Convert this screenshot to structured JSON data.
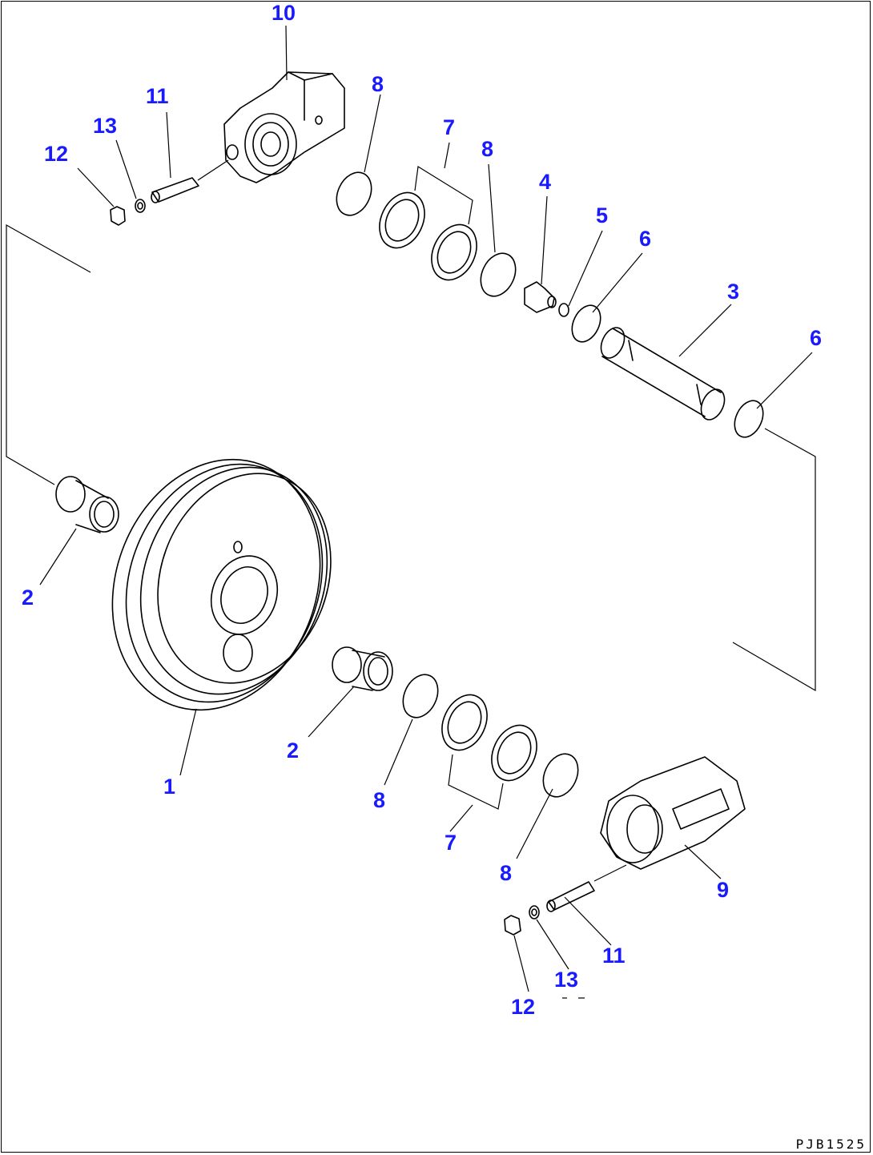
{
  "diagram": {
    "label_color": "#1a1aff",
    "callouts": [
      {
        "id": "c10",
        "text": "10"
      },
      {
        "id": "c11a",
        "text": "11"
      },
      {
        "id": "c13a",
        "text": "13"
      },
      {
        "id": "c12a",
        "text": "12"
      },
      {
        "id": "c8a",
        "text": "8"
      },
      {
        "id": "c7a",
        "text": "7"
      },
      {
        "id": "c8b",
        "text": "8"
      },
      {
        "id": "c4",
        "text": "4"
      },
      {
        "id": "c5",
        "text": "5"
      },
      {
        "id": "c6a",
        "text": "6"
      },
      {
        "id": "c3",
        "text": "3"
      },
      {
        "id": "c6b",
        "text": "6"
      },
      {
        "id": "c2a",
        "text": "2"
      },
      {
        "id": "c2b",
        "text": "2"
      },
      {
        "id": "c1",
        "text": "1"
      },
      {
        "id": "c8c",
        "text": "8"
      },
      {
        "id": "c7b",
        "text": "7"
      },
      {
        "id": "c8d",
        "text": "8"
      },
      {
        "id": "c9",
        "text": "9"
      },
      {
        "id": "c11b",
        "text": "11"
      },
      {
        "id": "c13b",
        "text": "13"
      },
      {
        "id": "c12b",
        "text": "12"
      }
    ],
    "drawing_code": "PJB1525"
  }
}
